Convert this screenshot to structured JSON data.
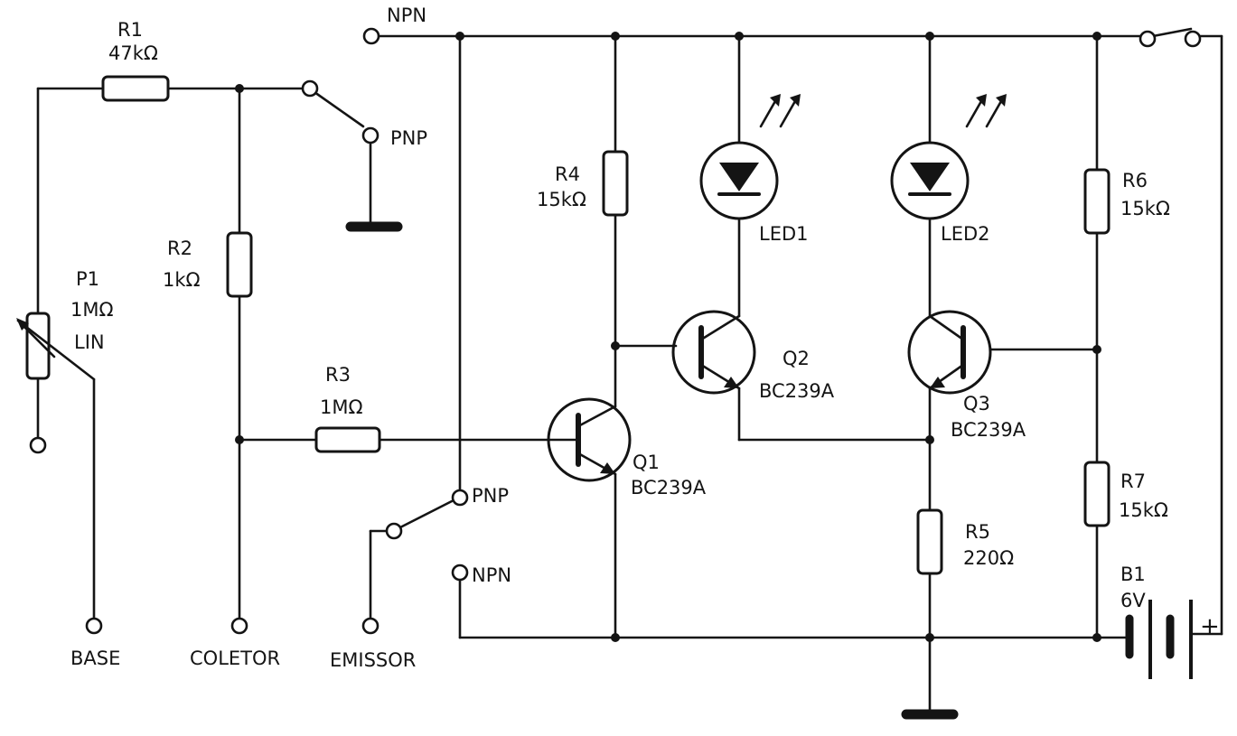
{
  "components": {
    "r1": {
      "ref": "R1",
      "value": "47kΩ"
    },
    "r2": {
      "ref": "R2",
      "value": "1kΩ"
    },
    "r3": {
      "ref": "R3",
      "value": "1MΩ"
    },
    "r4": {
      "ref": "R4",
      "value": "15kΩ"
    },
    "r5": {
      "ref": "R5",
      "value": "220Ω"
    },
    "r6": {
      "ref": "R6",
      "value": "15kΩ"
    },
    "r7": {
      "ref": "R7",
      "value": "15kΩ"
    },
    "p1": {
      "ref": "P1",
      "value": "1MΩ",
      "type": "LIN"
    },
    "led1": {
      "ref": "LED1"
    },
    "led2": {
      "ref": "LED2"
    },
    "q1": {
      "ref": "Q1",
      "part": "BC239A"
    },
    "q2": {
      "ref": "Q2",
      "part": "BC239A"
    },
    "q3": {
      "ref": "Q3",
      "part": "BC239A"
    },
    "b1": {
      "ref": "B1",
      "value": "6V",
      "plus": "+"
    }
  },
  "switch_labels": {
    "top_npn": "NPN",
    "top_pnp": "PNP",
    "mid_pnp": "PNP",
    "mid_npn": "NPN"
  },
  "terminals": {
    "base": "BASE",
    "coletor": "COLETOR",
    "emissor": "EMISSOR"
  }
}
